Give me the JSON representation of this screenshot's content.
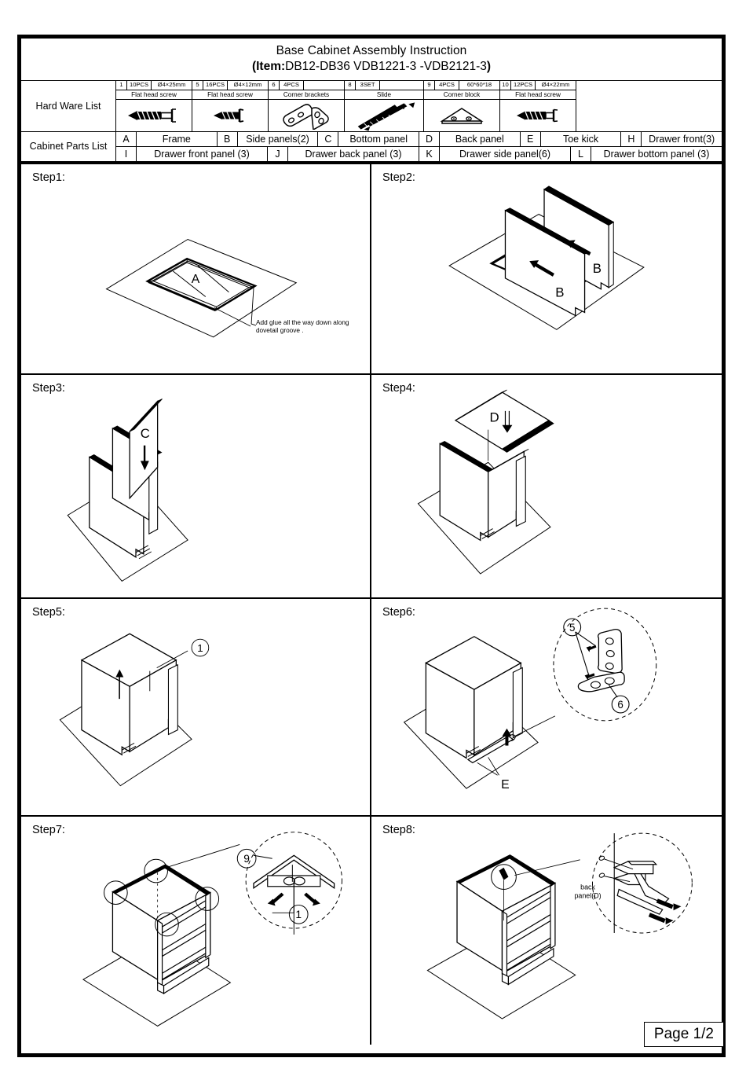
{
  "document": {
    "title": "Base Cabinet Assembly Instruction",
    "item_prefix": "(Item:",
    "item_codes": "DB12-DB36  VDB1221-3 -VDB2121-3",
    "item_suffix": ")",
    "page_label": "Page 1/2"
  },
  "hardware_list": {
    "label": "Hard Ware List",
    "items": [
      {
        "no": "1",
        "qty": "10PCS",
        "dim": "Ø4×25mm",
        "name": "Flat head screw",
        "icon": "long-flat-head-screw-icon"
      },
      {
        "no": "5",
        "qty": "16PCS",
        "dim": "Ø4×12mm",
        "name": "Flat head screw",
        "icon": "short-flat-head-screw-icon"
      },
      {
        "no": "6",
        "qty": "4PCS",
        "dim": "",
        "name": "Corner brackets",
        "icon": "corner-bracket-icon"
      },
      {
        "no": "8",
        "qty": "3SET",
        "dim": "",
        "name": "Slide",
        "icon": "drawer-slide-icon"
      },
      {
        "no": "9",
        "qty": "4PCS",
        "dim": "60*60*18",
        "name": "Corner block",
        "icon": "corner-block-icon"
      },
      {
        "no": "10",
        "qty": "12PCS",
        "dim": "Ø4×22mm",
        "name": "Flat head screw",
        "icon": "medium-flat-head-screw-icon"
      }
    ]
  },
  "parts_list": {
    "label": "Cabinet Parts List",
    "row1": [
      {
        "key": "A",
        "value": "Frame"
      },
      {
        "key": "B",
        "value": "Side panels(2)"
      },
      {
        "key": "C",
        "value": "Bottom panel"
      },
      {
        "key": "D",
        "value": "Back panel"
      },
      {
        "key": "E",
        "value": "Toe kick"
      },
      {
        "key": "H",
        "value": "Drawer front(3)"
      }
    ],
    "row2": [
      {
        "key": "I",
        "value": "Drawer front panel (3)"
      },
      {
        "key": "J",
        "value": "Drawer back panel (3)"
      },
      {
        "key": "K",
        "value": "Drawer side panel(6)"
      },
      {
        "key": "L",
        "value": "Drawer bottom panel (3)"
      }
    ]
  },
  "steps": [
    {
      "label": "Step1:",
      "part_labels": [
        "A"
      ],
      "note": "Add glue all the way down along\ndovetail groove .",
      "note_line1": "Add glue all the way down along",
      "note_line2": "dovetail groove ."
    },
    {
      "label": "Step2:",
      "part_labels": [
        "B",
        "B"
      ],
      "note": ""
    },
    {
      "label": "Step3:",
      "part_labels": [
        "C"
      ],
      "note": ""
    },
    {
      "label": "Step4:",
      "part_labels": [
        "D"
      ],
      "note": ""
    },
    {
      "label": "Step5:",
      "callouts": [
        "1"
      ],
      "note": ""
    },
    {
      "label": "Step6:",
      "part_labels": [
        "E"
      ],
      "callouts": [
        "5",
        "6"
      ],
      "note": ""
    },
    {
      "label": "Step7:",
      "callouts": [
        "9",
        "1"
      ],
      "note": ""
    },
    {
      "label": "Step8:",
      "detail_label_line1": "back",
      "detail_label_line2": "panel(D)",
      "note": ""
    }
  ],
  "colors": {
    "ink": "#000000",
    "paper": "#ffffff"
  }
}
